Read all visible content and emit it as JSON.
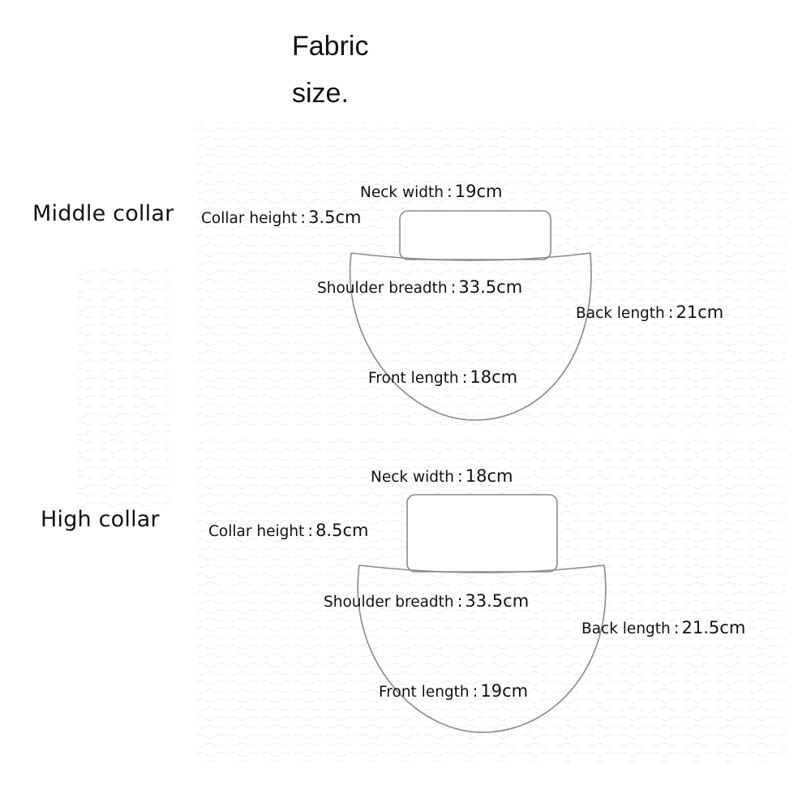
{
  "title": {
    "line1": "Fabric",
    "line2": "size."
  },
  "colors": {
    "outline": "#8a8a8a",
    "text": "#111111",
    "background": "#ffffff",
    "texture": "#f3f3f3"
  },
  "collars": [
    {
      "name": "Middle collar",
      "neck_width": {
        "label": "Neck width",
        "sep": ":",
        "value": "19cm"
      },
      "collar_height": {
        "label": "Collar height",
        "sep": ":",
        "value": "3.5cm"
      },
      "shoulder_breadth": {
        "label": "Shoulder breadth",
        "sep": ":",
        "value": "33.5cm"
      },
      "back_length": {
        "label": "Back length",
        "sep": ":",
        "value": "21cm"
      },
      "front_length": {
        "label": "Front length",
        "sep": ":",
        "value": "18cm"
      }
    },
    {
      "name": "High collar",
      "neck_width": {
        "label": "Neck width",
        "sep": ":",
        "value": "18cm"
      },
      "collar_height": {
        "label": "Collar height",
        "sep": ":",
        "value": "8.5cm"
      },
      "shoulder_breadth": {
        "label": "Shoulder breadth",
        "sep": ":",
        "value": "33.5cm"
      },
      "back_length": {
        "label": "Back length",
        "sep": ":",
        "value": "21.5cm"
      },
      "front_length": {
        "label": "Front length",
        "sep": ":",
        "value": "19cm"
      }
    }
  ]
}
